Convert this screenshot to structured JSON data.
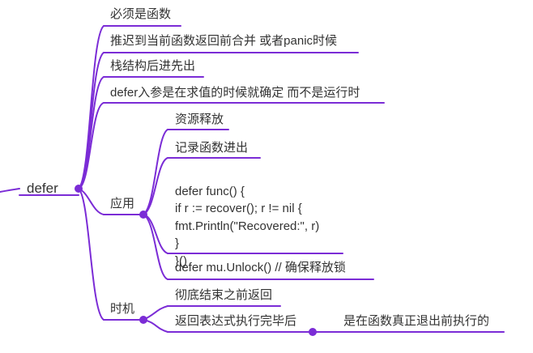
{
  "colors": {
    "line": "#7b2cd6",
    "text": "#333333",
    "background": "#ffffff"
  },
  "root": {
    "label": "defer"
  },
  "branches": [
    {
      "label": "必须是函数"
    },
    {
      "label": "推迟到当前函数返回前合并 或者panic时候"
    },
    {
      "label": "栈结构后进先出"
    },
    {
      "label": "defer入参是在求值的时候就确定 而不是运行时"
    },
    {
      "label": "应用",
      "children": [
        {
          "label": "资源释放"
        },
        {
          "label": "记录函数进出"
        },
        {
          "lines": [
            "defer func() {",
            "if r := recover(); r != nil {",
            "fmt.Println(\"Recovered:\", r)",
            "}",
            "}()"
          ]
        },
        {
          "label": "defer mu.Unlock() // 确保释放锁"
        }
      ]
    },
    {
      "label": "时机",
      "children": [
        {
          "label": "彻底结束之前返回"
        },
        {
          "label": "返回表达式执行完毕后",
          "children": [
            {
              "label": "是在函数真正退出前执行的"
            }
          ]
        }
      ]
    }
  ]
}
